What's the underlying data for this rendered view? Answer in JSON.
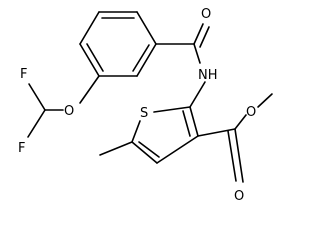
{
  "molecule": {
    "atoms": [
      {
        "id": "F1",
        "symbol": "F"
      },
      {
        "id": "F2",
        "symbol": "F"
      },
      {
        "id": "O_ether",
        "symbol": "O"
      },
      {
        "id": "O_amide",
        "symbol": "O"
      },
      {
        "id": "N_amide",
        "symbol": "NH"
      },
      {
        "id": "S_ring",
        "symbol": "S"
      },
      {
        "id": "O_ester_carbonyl",
        "symbol": "O"
      },
      {
        "id": "O_ester",
        "symbol": "O"
      }
    ]
  }
}
